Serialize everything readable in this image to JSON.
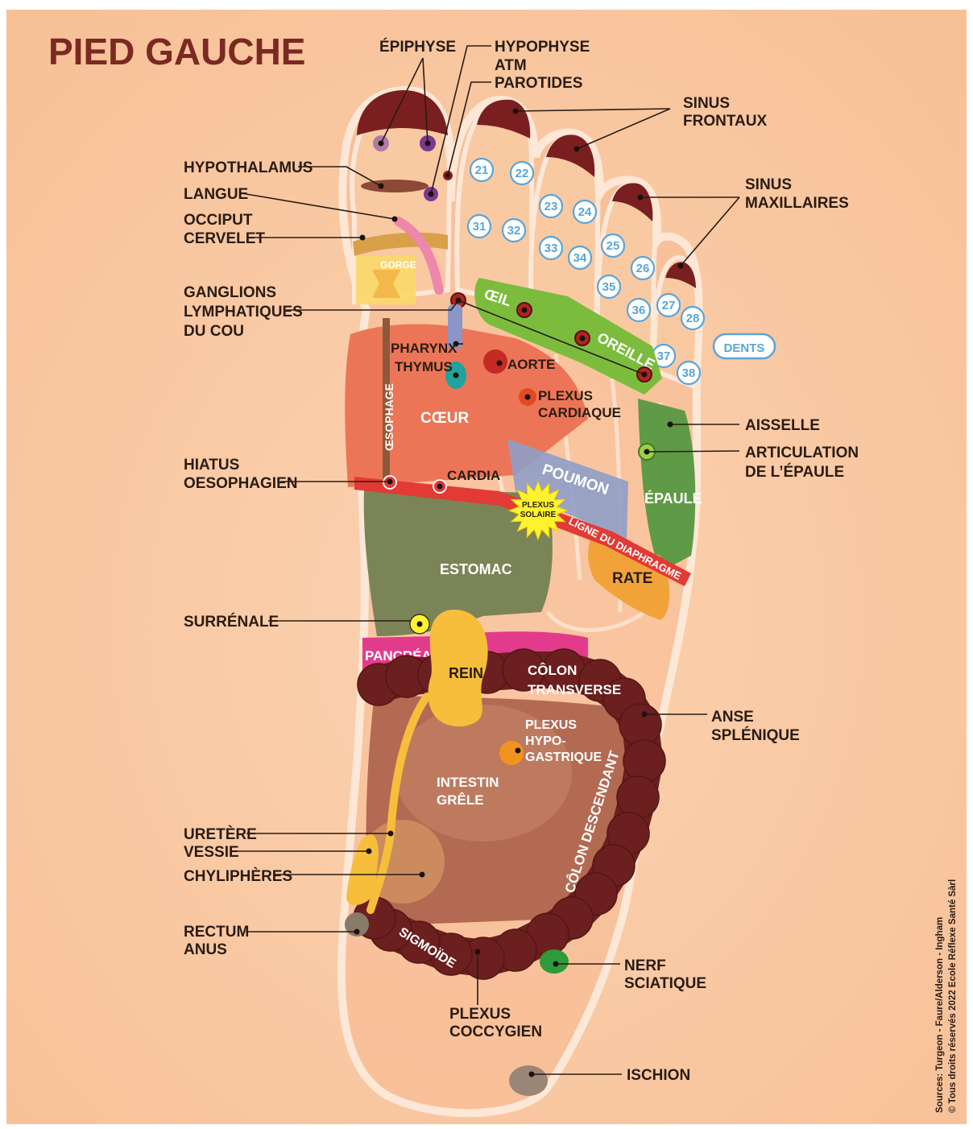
{
  "title": "PIED GAUCHE",
  "labels": {
    "epiphyse": "ÉPIPHYSE",
    "hypophyse": "HYPOPHYSE",
    "atm": "ATM",
    "parotides": "PAROTIDES",
    "sinus_frontaux": [
      "SINUS",
      "FRONTAUX"
    ],
    "hypothalamus": "HYPOTHALAMUS",
    "langue": "LANGUE",
    "occiput_cervelet": [
      "OCCIPUT",
      "CERVELET"
    ],
    "sinus_maxillaires": [
      "SINUS",
      "MAXILLAIRES"
    ],
    "gorge": "GORGE",
    "ganglions": [
      "GANGLIONS",
      "LYMPHATIQUES",
      "DU COU"
    ],
    "oeil": "ŒIL",
    "oreille": "OREILLE",
    "dents": "DENTS",
    "pharynx": "PHARYNX",
    "thymus": "THYMUS",
    "aorte": "AORTE",
    "plexus_cardiaque": [
      "PLEXUS",
      "CARDIAQUE"
    ],
    "coeur": "CŒUR",
    "oesophage": "ŒSOPHAGE",
    "aisselle": "AISSELLE",
    "articulation_epaule": [
      "ARTICULATION",
      "DE L’ÉPAULE"
    ],
    "hiatus": [
      "HIATUS",
      "OESOPHAGIEN"
    ],
    "cardia": "CARDIA",
    "poumon": "POUMON",
    "epaule": "ÉPAULE",
    "plexus_solaire": [
      "PLEXUS",
      "SOLAIRE"
    ],
    "ligne_diaphragme": "LIGNE DU DIAPHRAGME",
    "estomac": "ESTOMAC",
    "rate": "RATE",
    "surrenale": "SURRÉNALE",
    "pancreas": "PANCRÉAS",
    "rein": "REIN",
    "colon_transverse": [
      "CÔLON",
      "TRANSVERSE"
    ],
    "anse_splenique": [
      "ANSE",
      "SPLÉNIQUE"
    ],
    "plexus_hypogastrique": [
      "PLEXUS",
      "HYPO-",
      "GASTRIQUE"
    ],
    "intestin_grele": [
      "INTESTIN",
      "GRÊLE"
    ],
    "colon_descendant": "CÔLON DESCENDANT",
    "uretere": "URETÈRE",
    "vessie": "VESSIE",
    "chylipheres": "CHYLIPHÈRES",
    "rectum_anus": [
      "RECTUM",
      "ANUS"
    ],
    "sigmoide": "SIGMOÏDE",
    "nerf_sciatique": [
      "NERF",
      "SCIATIQUE"
    ],
    "plexus_coccygien": [
      "PLEXUS",
      "COCCYGIEN"
    ],
    "ischion": "ISCHION"
  },
  "tooth_numbers": [
    "21",
    "22",
    "23",
    "24",
    "31",
    "32",
    "33",
    "34",
    "25",
    "26",
    "35",
    "36",
    "27",
    "28",
    "37",
    "38"
  ],
  "source": [
    "Sources: Turgeon - Faure/Alderson - Ingham",
    "© Tous droits réservés 2022 Ecole Réflexe Santé Sàrl"
  ],
  "colors": {
    "background": "#f9c9a2",
    "title": "#7a2a22",
    "foot_outline": "#fde7d6",
    "coeur": "#ec7557",
    "estomac": "#7b8457",
    "colon": "#6b1f1f",
    "intestin": "#b36a52",
    "poumon": "#8f9fc6",
    "oeil_oreille": "#7cbc3c",
    "epaule": "#5f9a47",
    "diaphragme": "#e23a34",
    "rein": "#f6be3a",
    "pancreas": "#e23b8c",
    "rate": "#f1a33a",
    "dents": "#5aa5d8",
    "plexus_solaire": "#fff22e"
  }
}
